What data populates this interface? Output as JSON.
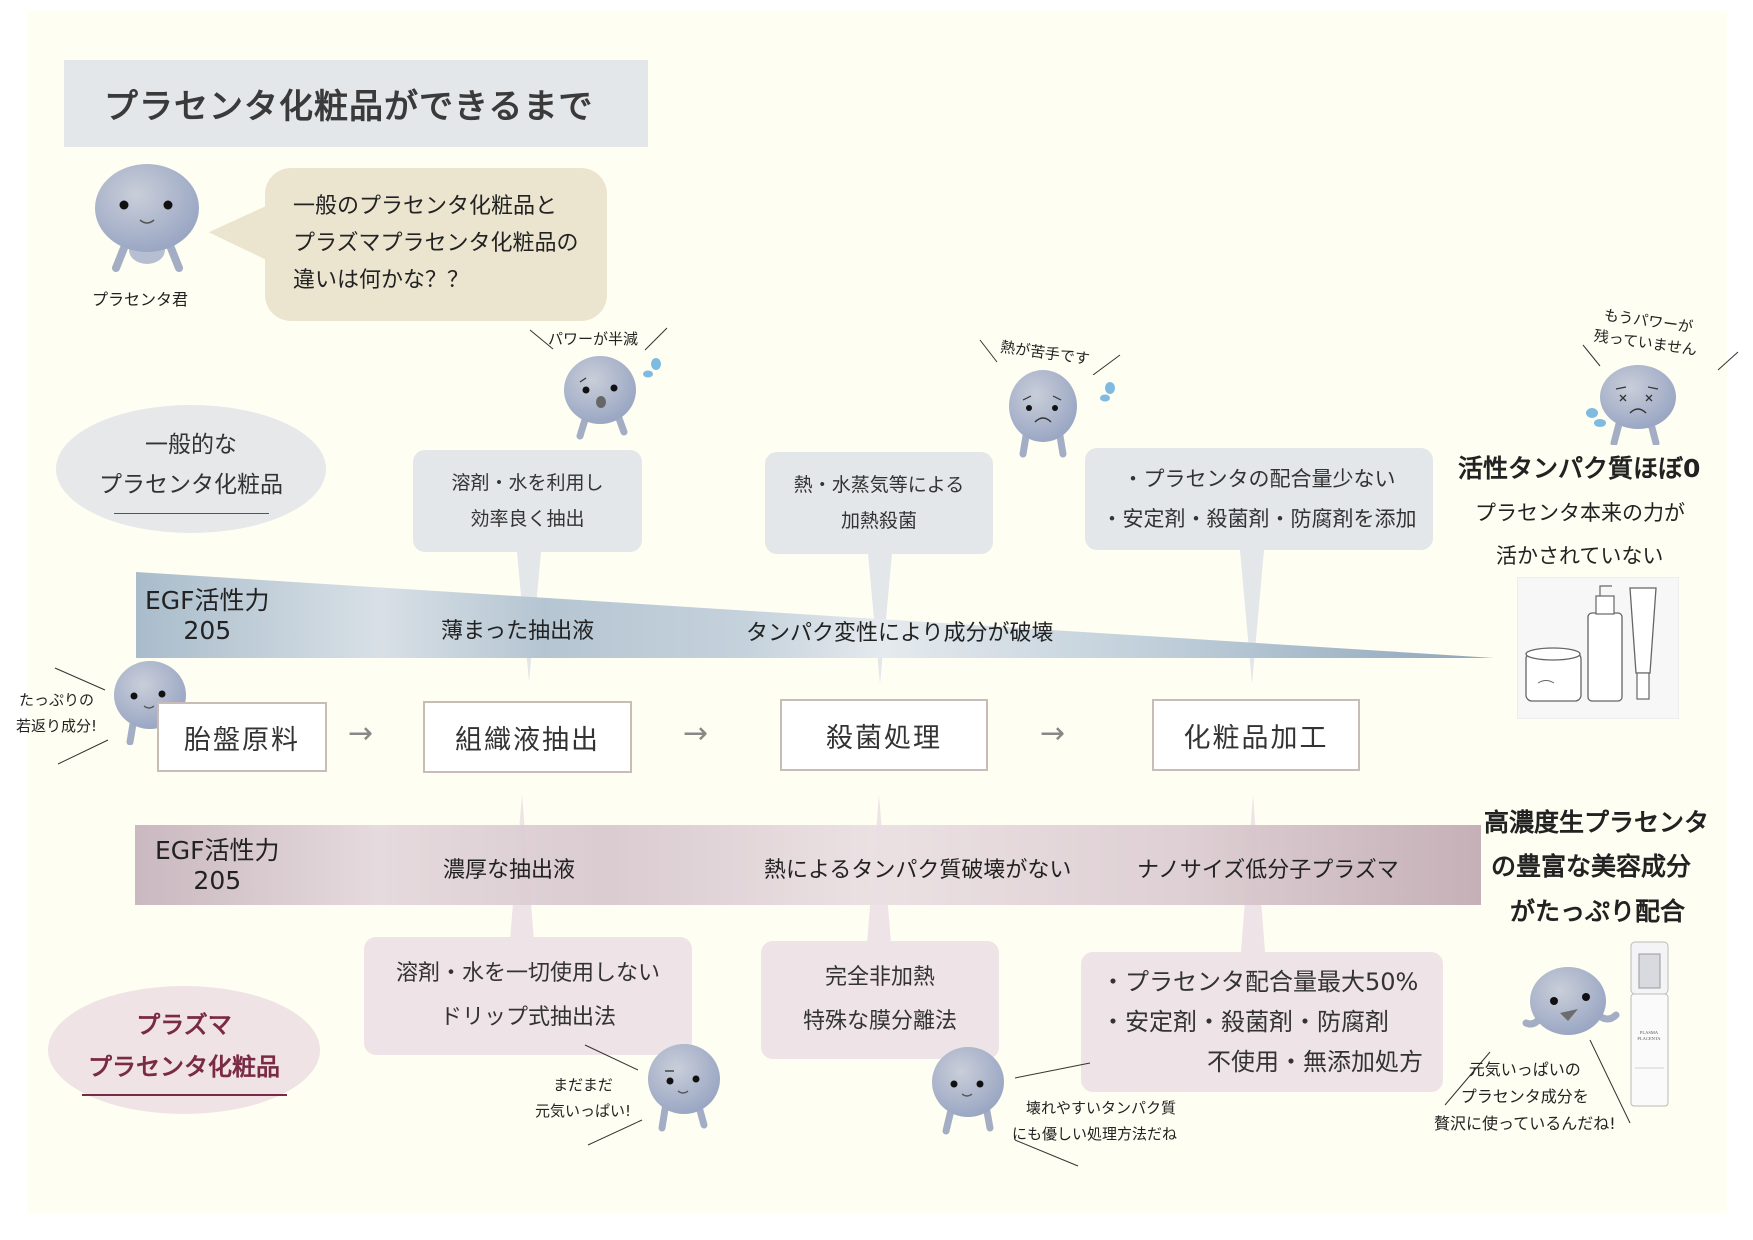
{
  "title": "プラセンタ化粧品ができるまで",
  "intro": {
    "mascot_name": "プラセンタ君",
    "question_lines": [
      "一般のプラセンタ化粧品と",
      "プラズマプラセンタ化粧品の",
      "違いは何かな？？"
    ]
  },
  "general": {
    "label_lines": [
      "一般的な",
      "プラセンタ化粧品"
    ],
    "egf_label": "EGF活性力",
    "egf_value": "205",
    "band_texts": [
      "薄まった抽出液",
      "タンパク変性により成分が破壊"
    ],
    "info_boxes": [
      {
        "lines": [
          "溶剤・水を利用し",
          "効率良く抽出"
        ]
      },
      {
        "lines": [
          "熱・水蒸気等による",
          "加熱殺菌"
        ]
      },
      {
        "lines": [
          "・プラセンタの配合量少ない",
          "・安定剤・殺菌剤・防腐剤を添加"
        ]
      }
    ],
    "mascot_comments": [
      "パワーが半減",
      "熱が苦手です",
      "もうパワーが\n残っていません"
    ],
    "result_title": "活性タンパク質ほぼ0",
    "result_lines": [
      "プラセンタ本来の力が",
      "活かされていない"
    ]
  },
  "flow": {
    "start_comment_lines": [
      "たっぷりの",
      "若返り成分!"
    ],
    "steps": [
      "胎盤原料",
      "組織液抽出",
      "殺菌処理",
      "化粧品加工"
    ],
    "arrow": "→"
  },
  "plasma": {
    "label_lines": [
      "プラズマ",
      "プラセンタ化粧品"
    ],
    "egf_label": "EGF活性力",
    "egf_value": "205",
    "band_texts": [
      "濃厚な抽出液",
      "熱によるタンパク質破壊がない",
      "ナノサイズ低分子プラズマ"
    ],
    "info_boxes": [
      {
        "lines": [
          "溶剤・水を一切使用しない",
          "ドリップ式抽出法"
        ]
      },
      {
        "lines": [
          "完全非加熱",
          "特殊な膜分離法"
        ]
      },
      {
        "lines": [
          "・プラセンタ配合量最大50%",
          "・安定剤・殺菌剤・防腐剤",
          "不使用・無添加処方"
        ]
      }
    ],
    "mascot_comments": [
      [
        "まだまだ",
        "元気いっぱい!"
      ],
      [
        "壊れやすいタンパク質",
        "にも優しい処理方法だね"
      ],
      [
        "元気いっぱいの",
        "プラセンタ成分を",
        "贅沢に使っているんだね!"
      ]
    ],
    "result_lines": [
      "高濃度生プラセンタ",
      "の豊富な美容成分",
      "がたっぷり配合"
    ],
    "product_label_lines": [
      "PLASMA",
      "PLACENTA"
    ]
  },
  "colors": {
    "background": "#fefef2",
    "general_accent": "#a9bccb",
    "plasma_accent": "#c9b3bb",
    "plasma_label": "#7a2a45",
    "mascot": "#a8b3cc"
  }
}
